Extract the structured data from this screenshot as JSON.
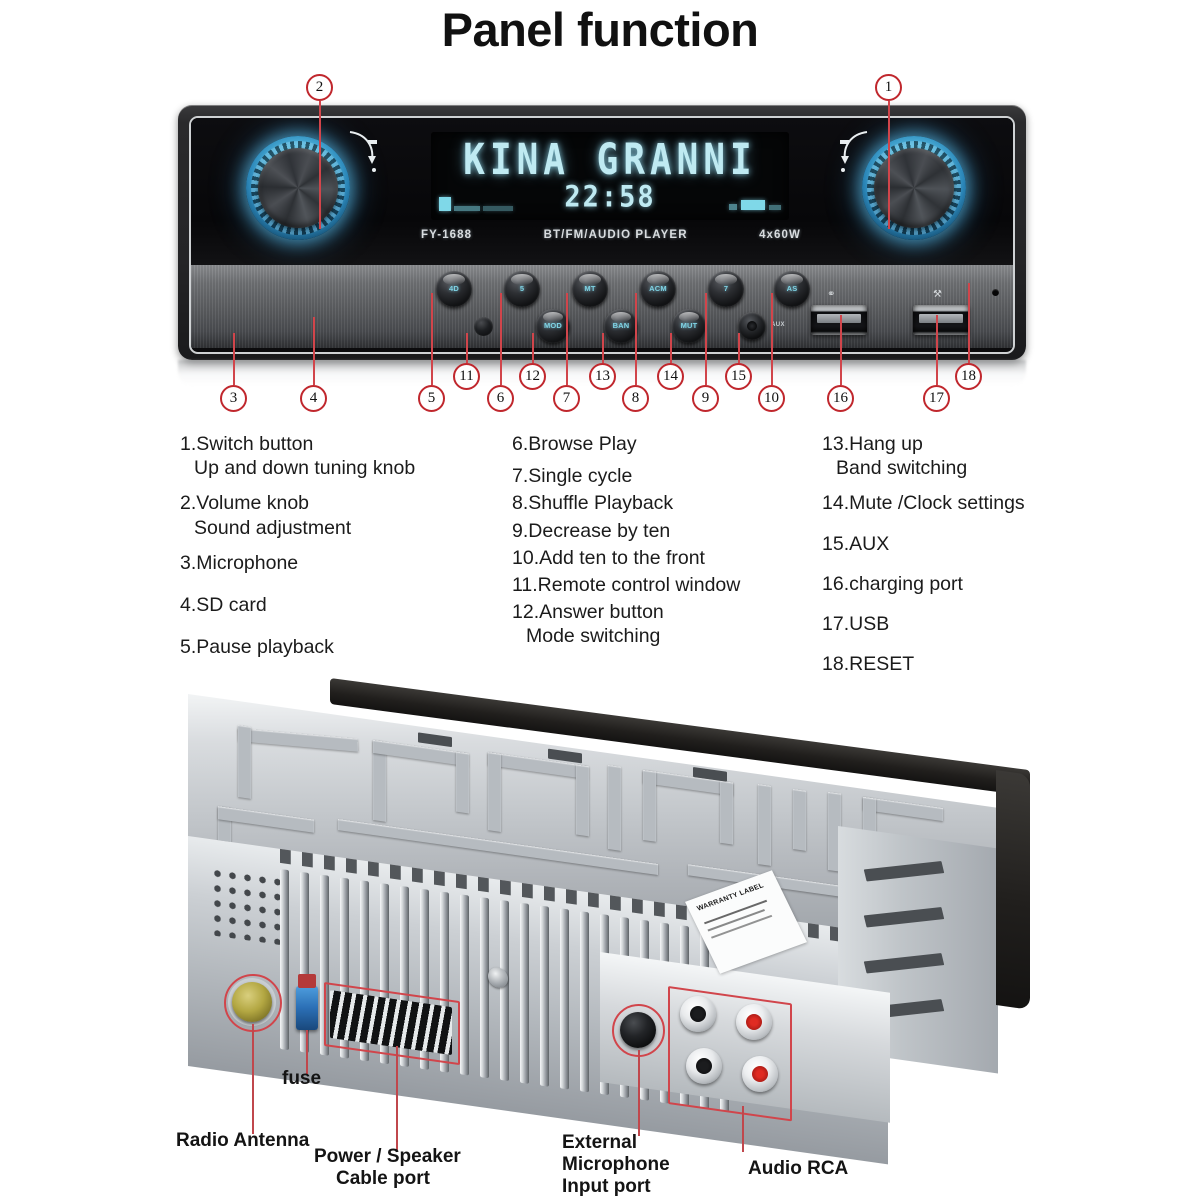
{
  "title": "Panel function",
  "device": {
    "lcd": {
      "track_text": "KINA GRANNI",
      "time": "22:58"
    },
    "silkscreen": {
      "model": "FY-1688",
      "type": "BT/FM/AUDIO PLAYER",
      "power": "4x60W"
    },
    "buttons_top": [
      "4D",
      "5",
      "MT",
      "ACM",
      "7",
      "AS"
    ],
    "buttons_bottom": [
      "MOD",
      "BAN",
      "MUT"
    ],
    "aux_tag": "AUX"
  },
  "callouts": [
    {
      "n": "1"
    },
    {
      "n": "2"
    },
    {
      "n": "3"
    },
    {
      "n": "4"
    },
    {
      "n": "5"
    },
    {
      "n": "6"
    },
    {
      "n": "7"
    },
    {
      "n": "8"
    },
    {
      "n": "9"
    },
    {
      "n": "10"
    },
    {
      "n": "11"
    },
    {
      "n": "12"
    },
    {
      "n": "13"
    },
    {
      "n": "14"
    },
    {
      "n": "15"
    },
    {
      "n": "16"
    },
    {
      "n": "17"
    },
    {
      "n": "18"
    }
  ],
  "legend": {
    "column1": [
      {
        "num": "1.",
        "main": "Switch button",
        "sub": "Up and down tuning knob"
      },
      {
        "num": "2.",
        "main": "Volume knob",
        "sub": "Sound adjustment"
      },
      {
        "num": "3.",
        "main": "Microphone",
        "sub": ""
      },
      {
        "num": "4.",
        "main": "SD card",
        "sub": ""
      },
      {
        "num": "5.",
        "main": "Pause playback",
        "sub": ""
      }
    ],
    "column2": [
      {
        "num": "6.",
        "main": "Browse Play",
        "sub": ""
      },
      {
        "num": "7.",
        "main": "Single cycle",
        "sub": ""
      },
      {
        "num": "8.",
        "main": "Shuffle Playback",
        "sub": ""
      },
      {
        "num": "9.",
        "main": "Decrease by ten",
        "sub": ""
      },
      {
        "num": "10.",
        "main": "Add ten to the front",
        "sub": ""
      },
      {
        "num": "11.",
        "main": "Remote control window",
        "sub": ""
      },
      {
        "num": "12.",
        "main": "Answer button",
        "sub": "Mode switching"
      }
    ],
    "column3": [
      {
        "num": "13.",
        "main": "Hang up",
        "sub": "Band switching"
      },
      {
        "num": "14.",
        "main": "Mute /Clock settings",
        "sub": ""
      },
      {
        "num": "15.",
        "main": "AUX",
        "sub": ""
      },
      {
        "num": "16.",
        "main": "charging port",
        "sub": ""
      },
      {
        "num": "17.",
        "main": "USB",
        "sub": ""
      },
      {
        "num": "18.",
        "main": "RESET",
        "sub": ""
      }
    ]
  },
  "photo_labels": {
    "fuse": "fuse",
    "antenna": "Radio Antenna",
    "power_speaker_l1": "Power / Speaker",
    "power_speaker_l2": "Cable port",
    "mic_l1": "External",
    "mic_l2": "Microphone",
    "mic_l3": "Input port",
    "rca": "Audio RCA",
    "warranty": "WARRANTY LABEL"
  },
  "colors": {
    "callout_red": "#c0272d",
    "leader_red": "#d1454b",
    "lcd_cyan": "#bfeaf2",
    "knob_blue": "#53b9e0"
  }
}
